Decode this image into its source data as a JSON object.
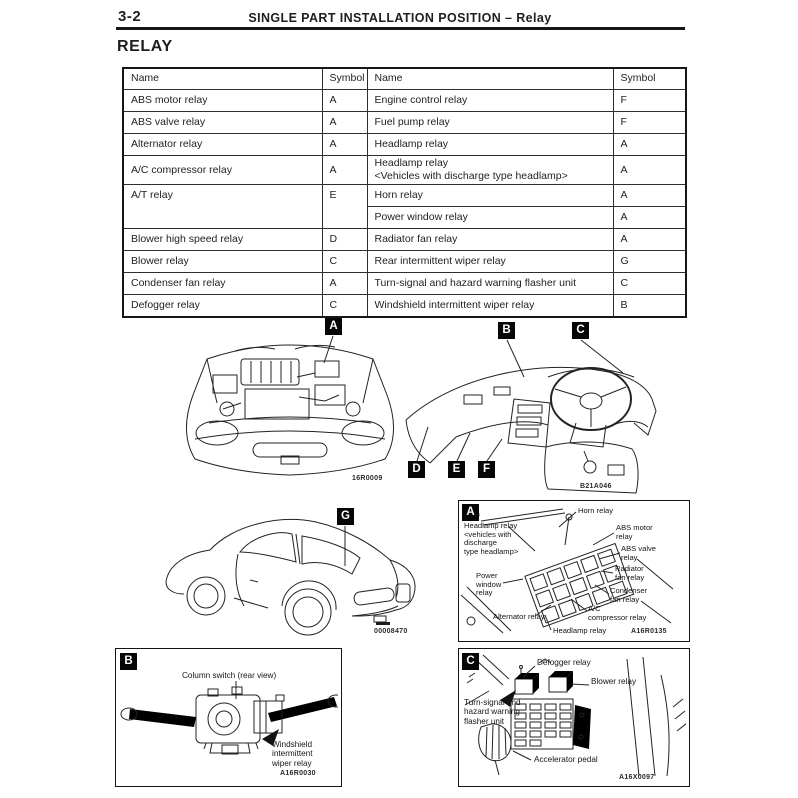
{
  "page": {
    "section_number": "3-2",
    "header_title": "SINGLE PART INSTALLATION POSITION – Relay",
    "heading": "RELAY"
  },
  "table": {
    "headers": [
      "Name",
      "Symbol",
      "Name",
      "Symbol"
    ],
    "rows": [
      {
        "name_l": "ABS motor relay",
        "sym_l": "A",
        "name_r": "Engine control relay",
        "sym_r": "F"
      },
      {
        "name_l": "ABS valve relay",
        "sym_l": "A",
        "name_r": "Fuel pump relay",
        "sym_r": "F"
      },
      {
        "name_l": "Alternator relay",
        "sym_l": "A",
        "name_r": "Headlamp relay",
        "sym_r": "A"
      },
      {
        "name_l": "A/C compressor relay",
        "sym_l": "A",
        "name_r": "Headlamp relay",
        "name_r2": "<Vehicles with discharge type headlamp>",
        "sym_r": "A"
      },
      {
        "name_l": "A/T relay",
        "sym_l": "E",
        "name_r": "Horn relay",
        "sym_r": "A"
      },
      {
        "name_r": "Power window relay",
        "sym_r": "A"
      },
      {
        "name_l": "Blower high speed relay",
        "sym_l": "D",
        "name_r": "Radiator fan relay",
        "sym_r": "A"
      },
      {
        "name_l": "Blower relay",
        "sym_l": "C",
        "name_r": "Rear intermittent wiper relay",
        "sym_r": "G"
      },
      {
        "name_l": "Condenser fan relay",
        "sym_l": "A",
        "name_r": "Turn-signal and hazard warning flasher unit",
        "sym_r": "C"
      },
      {
        "name_l": "Defogger relay",
        "sym_l": "C",
        "name_r": "Windshield intermittent wiper relay",
        "sym_r": "B"
      }
    ]
  },
  "figures": {
    "engine_bay": {
      "label": "A",
      "code": "16R0009"
    },
    "dashboard": {
      "label_b": "B",
      "label_c": "C",
      "label_d": "D",
      "label_e": "E",
      "label_f": "F",
      "code": "B21A046"
    },
    "car_rear": {
      "label": "G",
      "code": "00008470"
    },
    "detail_a": {
      "label": "A",
      "code": "A16R0135",
      "horn": "Horn relay",
      "headlamp_discharge": [
        "Headlamp relay",
        "<vehicles with",
        "discharge",
        "type headlamp>"
      ],
      "abs_motor": [
        "ABS motor",
        "relay"
      ],
      "abs_valve": [
        "ABS valve",
        "relay"
      ],
      "radiator": [
        "Radiator",
        "fan relay"
      ],
      "condenser": [
        "Condenser",
        "fan relay"
      ],
      "power_window": [
        "Power",
        "window",
        "relay"
      ],
      "alternator": "Alternator relay",
      "ac_compressor": [
        "A/C",
        "compressor relay"
      ],
      "headlamp": "Headlamp relay"
    },
    "detail_b": {
      "label": "B",
      "code": "A16R0030",
      "title": "Column switch (rear view)",
      "wiper_relay": [
        "Windshield",
        "intermittent",
        "wiper relay"
      ]
    },
    "detail_c": {
      "label": "C",
      "code": "A16X0097",
      "defogger": "Defogger relay",
      "blower": "Blower relay",
      "flasher": [
        "Turn-signal and",
        "hazard warning",
        "flasher unit"
      ],
      "accelerator": "Accelerator pedal"
    }
  }
}
